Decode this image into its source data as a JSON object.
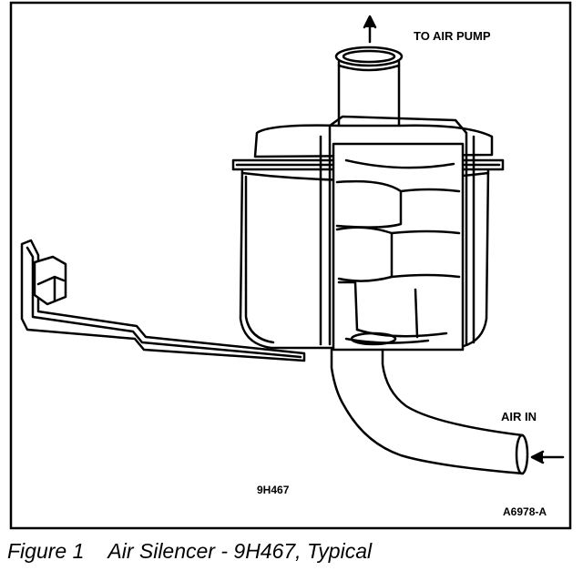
{
  "labels": {
    "to_air_pump": "TO AIR PUMP",
    "air_in": "AIR IN",
    "part_number": "9H467",
    "drawing_code": "A6978-A"
  },
  "caption": {
    "figure_number": "Figure 1",
    "title": "Air Silencer - 9H467, Typical"
  }
}
